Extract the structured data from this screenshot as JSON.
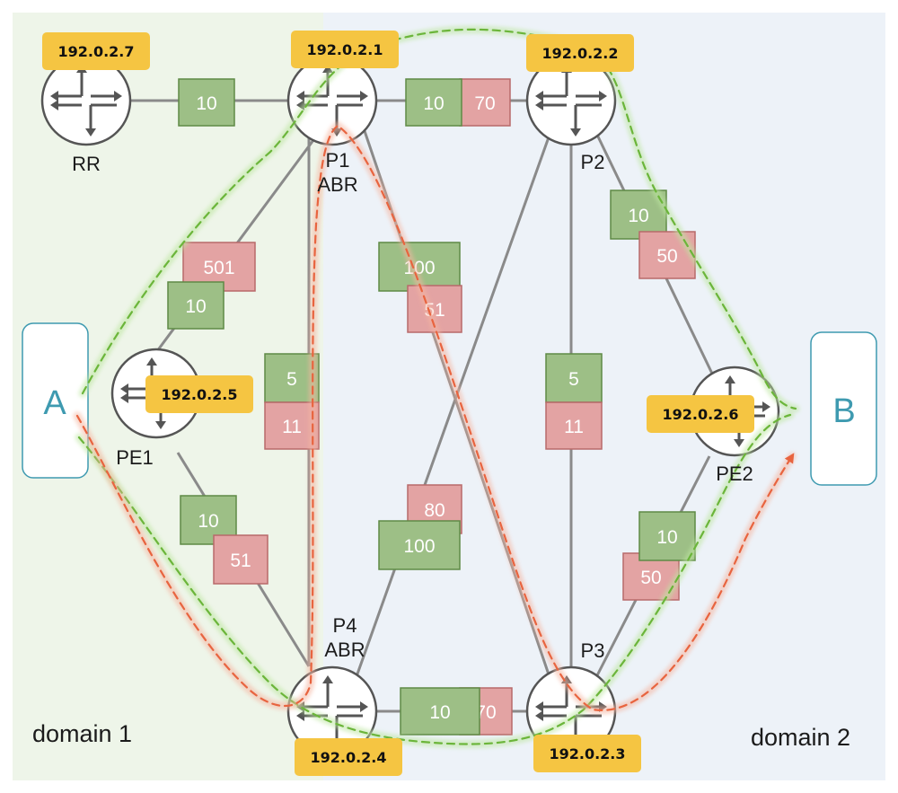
{
  "domains": {
    "d1": {
      "label": "domain 1",
      "color": "#eef5e9"
    },
    "d2": {
      "label": "domain 2",
      "color": "#edf2f8"
    }
  },
  "colors": {
    "metric_green": "#9dbf86",
    "metric_green_border": "#5f8a46",
    "metric_red": "#e3a3a3",
    "metric_red_border": "#b86a6a",
    "ip_badge": "#f5c542",
    "link": "#8a8a8a",
    "path_green": "#7cc244",
    "path_red": "#e8643f",
    "endpoint": "#3e9ab0"
  },
  "routers": [
    {
      "id": "RR",
      "ip": "192.0.2.7",
      "label1": "RR",
      "label2": ""
    },
    {
      "id": "P1",
      "ip": "192.0.2.1",
      "label1": "P1",
      "label2": "ABR"
    },
    {
      "id": "P2",
      "ip": "192.0.2.2",
      "label1": "P2",
      "label2": ""
    },
    {
      "id": "PE1",
      "ip": "192.0.2.5",
      "label1": "PE1",
      "label2": ""
    },
    {
      "id": "PE2",
      "ip": "192.0.2.6",
      "label1": "PE2",
      "label2": ""
    },
    {
      "id": "P4",
      "ip": "192.0.2.4",
      "label1": "P4",
      "label2": "ABR"
    },
    {
      "id": "P3",
      "ip": "192.0.2.3",
      "label1": "P3",
      "label2": ""
    }
  ],
  "endpoints": [
    {
      "id": "A",
      "label": "A"
    },
    {
      "id": "B",
      "label": "B"
    }
  ],
  "links": [
    {
      "id": "RR-P1",
      "green": "10",
      "red": ""
    },
    {
      "id": "P1-P2",
      "green": "10",
      "red": "70"
    },
    {
      "id": "P1-PE1",
      "green": "10",
      "red": "501"
    },
    {
      "id": "P1-P4",
      "green": "5",
      "red": "11"
    },
    {
      "id": "P1-P3",
      "green": "100",
      "red": "51"
    },
    {
      "id": "P2-P3",
      "green": "5",
      "red": "11"
    },
    {
      "id": "P2-PE2",
      "green": "10",
      "red": "50"
    },
    {
      "id": "P2-P4",
      "green": "100",
      "red": "80"
    },
    {
      "id": "PE1-P4",
      "green": "10",
      "red": "51"
    },
    {
      "id": "P4-P3",
      "green": "10",
      "red": "70"
    },
    {
      "id": "P3-PE2",
      "green": "10",
      "red": "50"
    }
  ]
}
